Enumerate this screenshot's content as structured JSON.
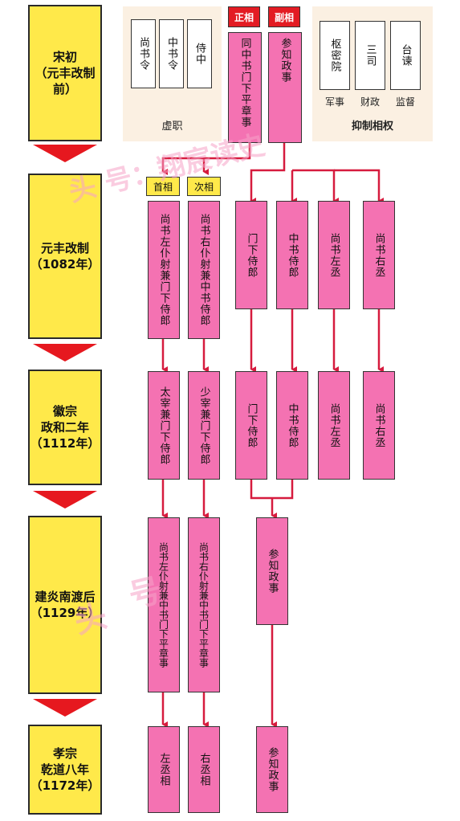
{
  "eras": [
    {
      "id": "pre",
      "label": "宋初\n（元丰改制\n前）"
    },
    {
      "id": "yuanfeng",
      "label": "元丰改制\n（1082年）"
    },
    {
      "id": "zhenghe",
      "label": "徽宗\n政和二年\n（1112年）"
    },
    {
      "id": "jianyan",
      "label": "建炎南渡后\n（1129年）"
    },
    {
      "id": "qiandao",
      "label": "孝宗\n乾道八年\n（1172年）"
    }
  ],
  "top": {
    "nominal": {
      "items": [
        "尚书令",
        "中书令",
        "侍中"
      ],
      "caption": "虚职"
    },
    "main_tag": "正相",
    "vice_tag": "副相",
    "main_title": "同中书门下平章事",
    "vice_title": "参知政事",
    "check": {
      "items": [
        "枢密院",
        "三司",
        "台谏"
      ],
      "subs": [
        "军事",
        "财政",
        "监督"
      ],
      "caption": "抑制相权"
    }
  },
  "rank_tags": {
    "first": "首相",
    "second": "次相"
  },
  "yuanfeng": [
    "尚书左仆射兼门下侍郎",
    "尚书右仆射兼中书侍郎",
    "门下侍郎",
    "中书侍郎",
    "尚书左丞",
    "尚书右丞"
  ],
  "zhenghe": [
    "太宰兼门下侍郎",
    "少宰兼门下侍郎",
    "门下侍郎",
    "中书侍郎",
    "尚书左丞",
    "尚书右丞"
  ],
  "jianyan": [
    "尚书左仆射兼中书门下平章事",
    "尚书右仆射兼中书门下平章事",
    "参知政事"
  ],
  "qiandao": [
    "左丞相",
    "右丞相",
    "参知政事"
  ],
  "watermark": {
    "a": "头  号：翔宸读史",
    "b": "头",
    "c": "号"
  },
  "colors": {
    "era": "#ffe94a",
    "pink": "#f472b2",
    "red": "#e31b23",
    "panel": "#fbf0e2"
  }
}
